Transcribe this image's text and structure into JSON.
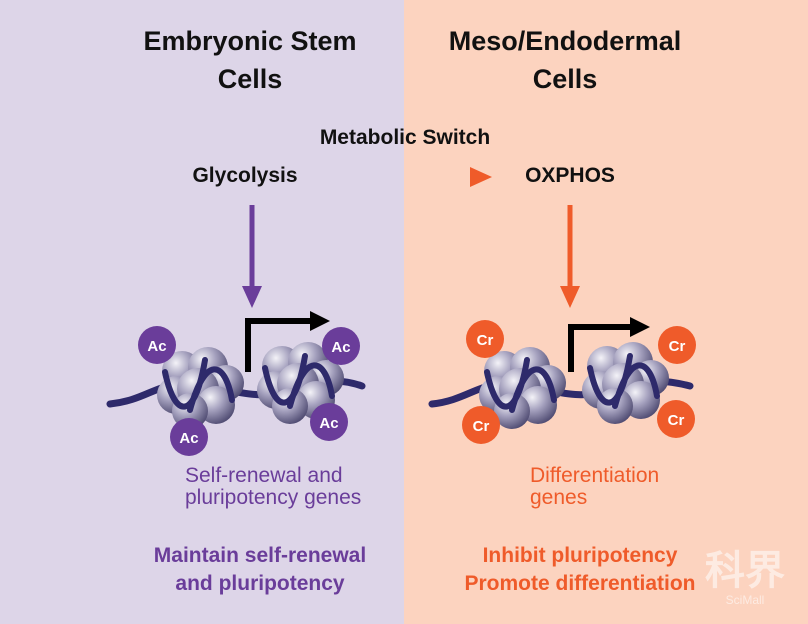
{
  "colors": {
    "left_bg": "#ddd5e8",
    "right_bg": "#fcd3bf",
    "purple": "#6a3d9a",
    "orange": "#ef5b2a",
    "dna": "#2e2a6b",
    "nucleosome": "#8e8aa8"
  },
  "left": {
    "title": "Embryonic Stem\nCells",
    "metabolism": "Glycolysis",
    "mark": "Ac",
    "genes": "Self-renewal and\npluripotency genes",
    "outcome": "Maintain self-renewal\nand pluripotency"
  },
  "right": {
    "title": "Meso/Endodermal\nCells",
    "metabolism": "OXPHOS",
    "mark": "Cr",
    "genes": "Differentiation\ngenes",
    "outcome": "Inhibit pluripotency\nPromote differentiation"
  },
  "switch_label": "Metabolic Switch",
  "watermark": {
    "glyphs": "科界",
    "text": "SciMall"
  }
}
